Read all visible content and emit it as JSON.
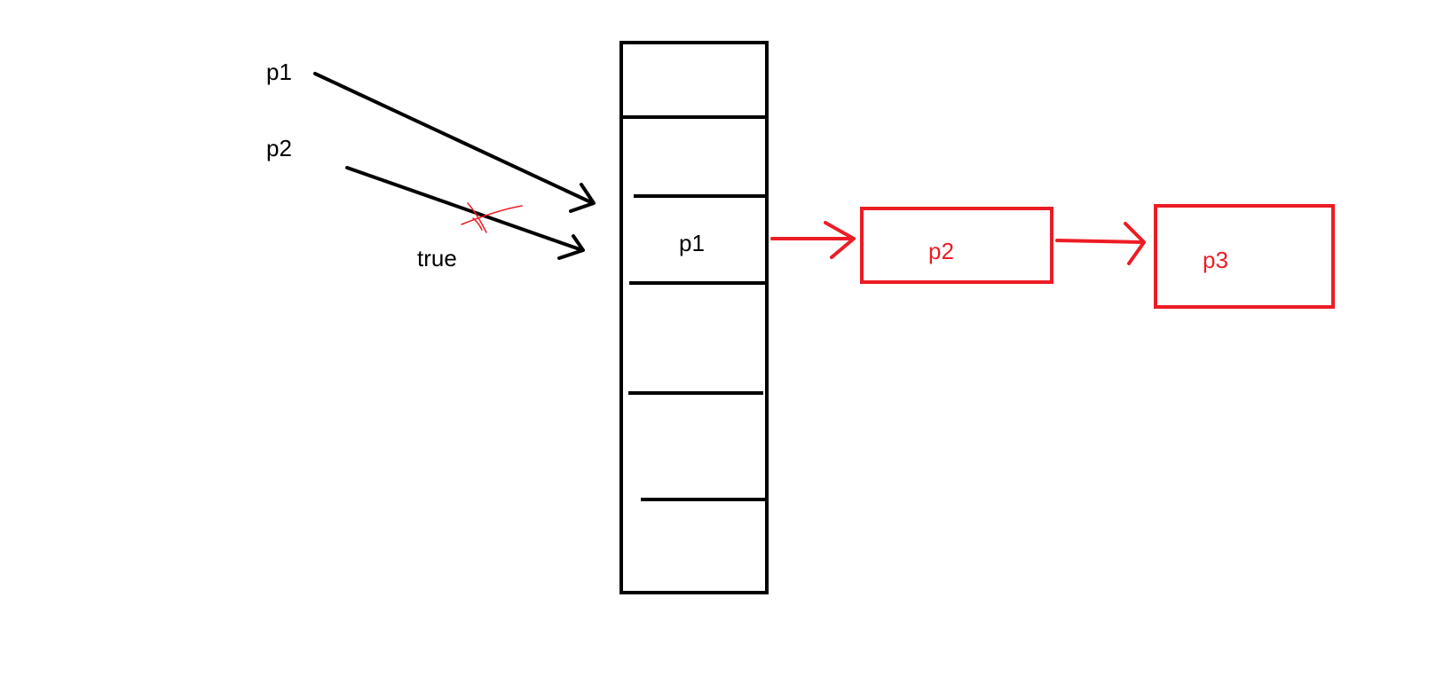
{
  "colors": {
    "ink": "#000000",
    "highlight": "#ec1c24",
    "background": "#ffffff"
  },
  "labels": {
    "pointer_a": "p1",
    "pointer_b": "p2",
    "condition": "true",
    "bucket_entry": "p1",
    "chain_node_1": "p2",
    "chain_node_2": "p3"
  }
}
